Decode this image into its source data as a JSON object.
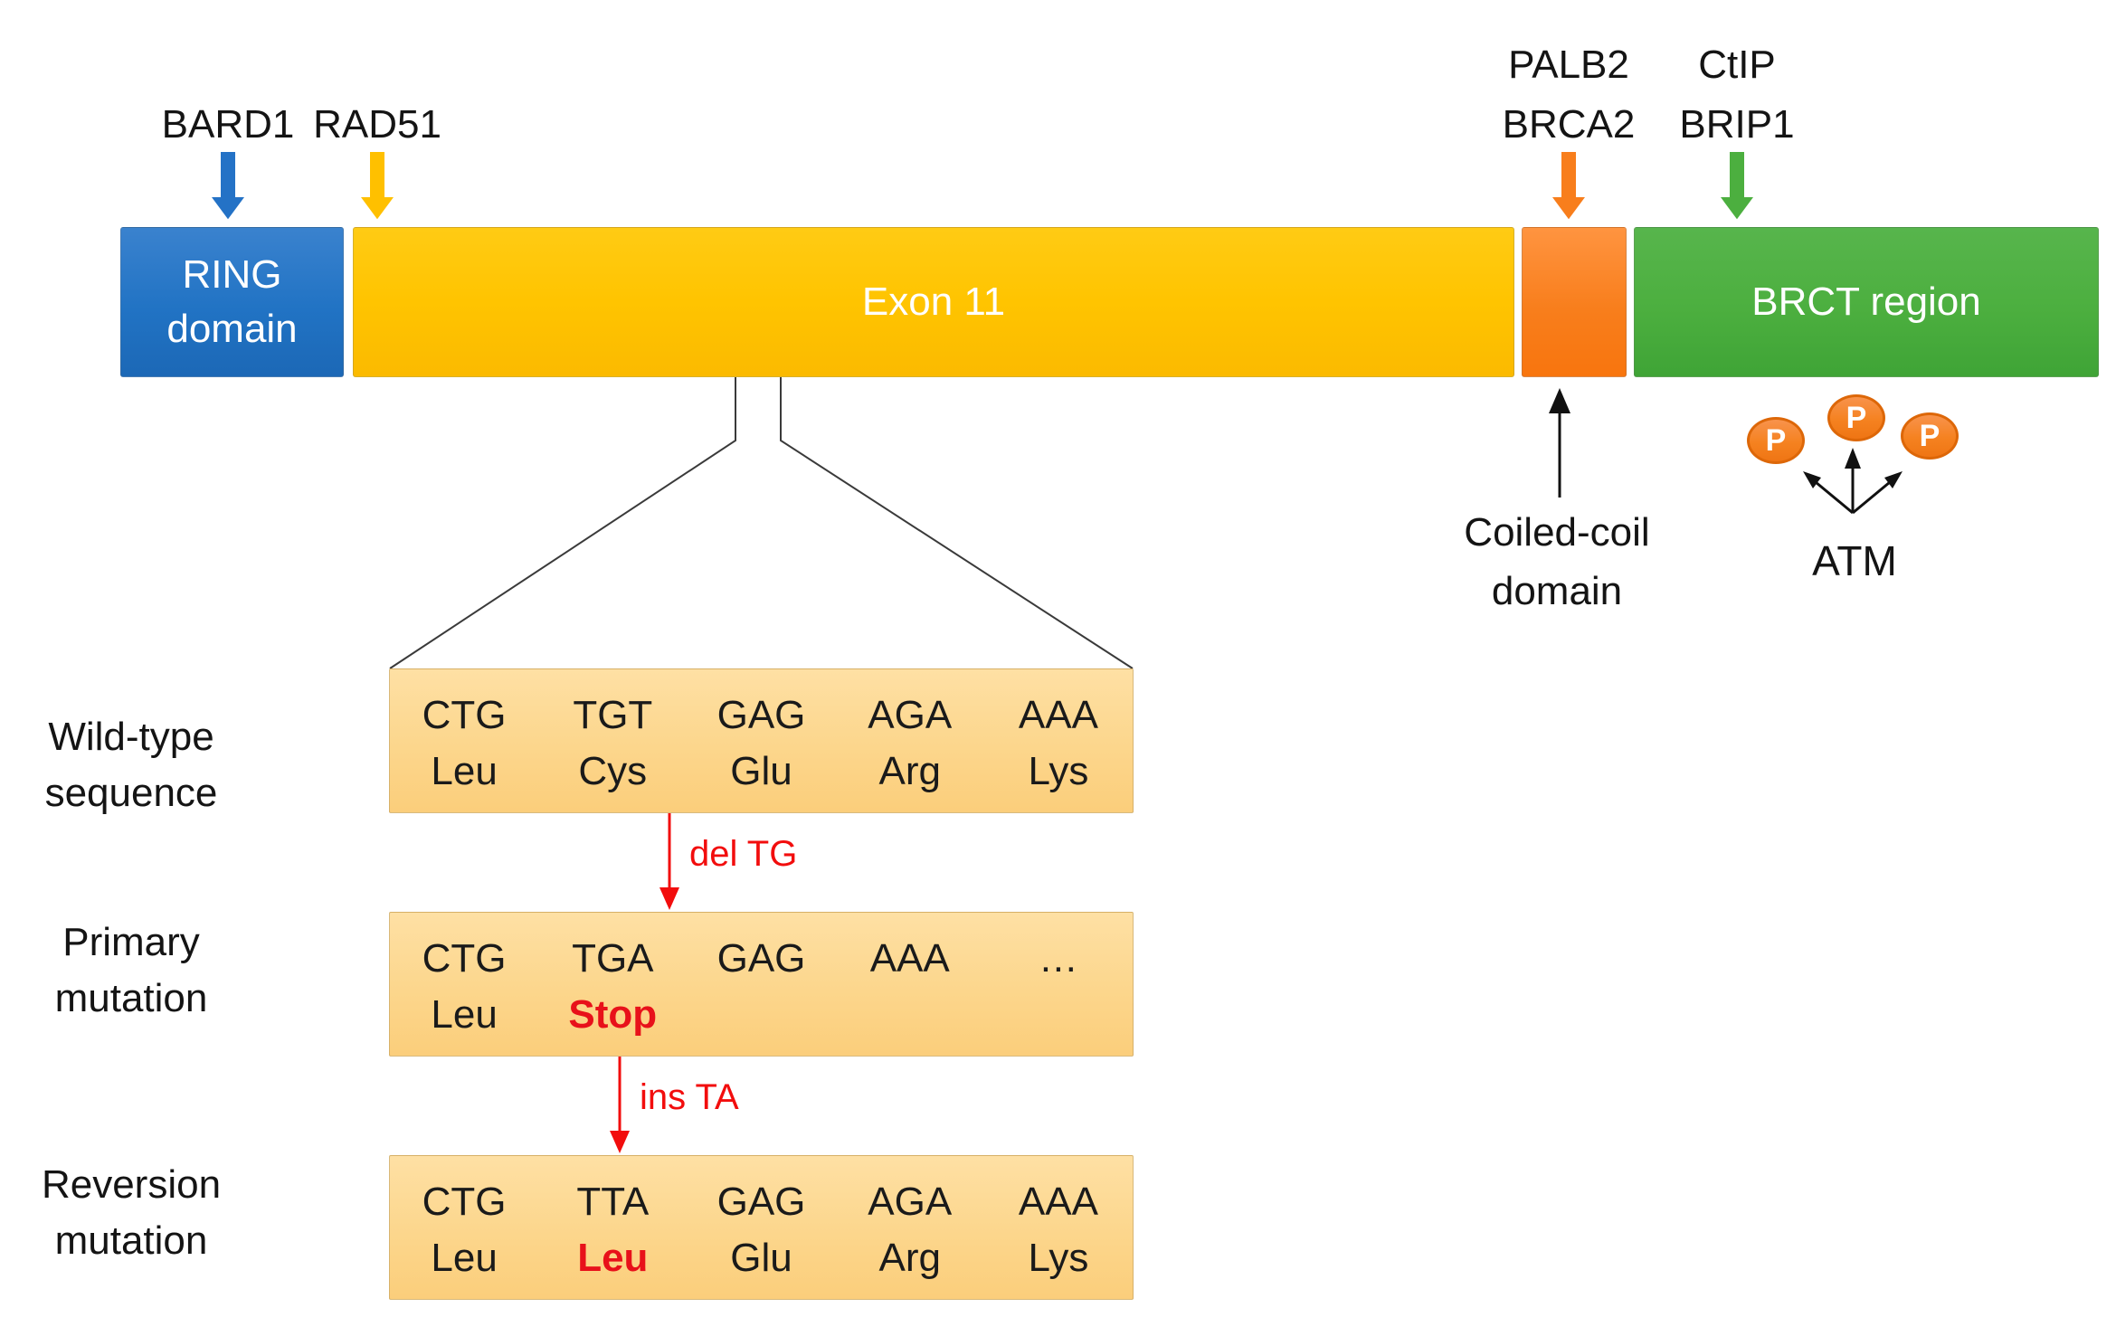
{
  "figure": {
    "description_labels": {
      "atm": "ATM",
      "phospho_badge": "P",
      "phospho_count": 3,
      "coiled_coil_label_lines": [
        "Coiled-coil",
        "domain"
      ]
    },
    "colors": {
      "ring_blue": "#2173C4",
      "exon_gold": "#FFC400",
      "coiled_orange": "#F87E1C",
      "brct_green": "#4CAF3F",
      "sequence_box_light_orange": "#FCD68C",
      "phospho_orange": "#F58220",
      "mutation_red": "#F20D0D",
      "text_black": "#141414",
      "bar_text_white": "#FFFFFF"
    }
  },
  "domain_bar": {
    "segments": [
      {
        "name": "ring-domain",
        "label_lines": [
          "RING",
          "domain"
        ],
        "fill": "#2173C4"
      },
      {
        "name": "exon-11",
        "label": "Exon 11",
        "fill": "#FFC400"
      },
      {
        "name": "coiled-coil",
        "label": "",
        "fill": "#F87E1C"
      },
      {
        "name": "brct-region",
        "label": "BRCT region",
        "fill": "#4CAF3F"
      }
    ]
  },
  "binding_partners": [
    {
      "lines": [
        "BARD1"
      ],
      "arrow_color": "#2472C6",
      "points_to": "RING domain"
    },
    {
      "lines": [
        "RAD51"
      ],
      "arrow_color": "#FFC000",
      "points_to": "Exon 11"
    },
    {
      "lines": [
        "PALB2",
        "BRCA2"
      ],
      "arrow_color": "#F87E1C",
      "points_to": "Coiled-coil domain"
    },
    {
      "lines": [
        "CtIP",
        "BRIP1"
      ],
      "arrow_color": "#4CAF3F",
      "points_to": "BRCT region"
    }
  ],
  "sequence_panel": {
    "rows": [
      {
        "name": "wild-type",
        "label_lines": [
          "Wild-type",
          "sequence"
        ],
        "codons": [
          {
            "dna": "CTG",
            "aa": "Leu"
          },
          {
            "dna": "TGT",
            "aa": "Cys"
          },
          {
            "dna": "GAG",
            "aa": "Glu"
          },
          {
            "dna": "AGA",
            "aa": "Arg"
          },
          {
            "dna": "AAA",
            "aa": "Lys"
          }
        ]
      },
      {
        "name": "primary-mutation",
        "label_lines": [
          "Primary",
          "mutation"
        ],
        "codons": [
          {
            "dna": "CTG",
            "aa": "Leu"
          },
          {
            "dna": "TGA",
            "aa": "Stop",
            "mutant": true
          },
          {
            "dna": "GAG",
            "aa": ""
          },
          {
            "dna": "AAA",
            "aa": ""
          },
          {
            "dna": "…",
            "aa": ""
          }
        ]
      },
      {
        "name": "reversion-mutation",
        "label_lines": [
          "Reversion",
          "mutation"
        ],
        "codons": [
          {
            "dna": "CTG",
            "aa": "Leu"
          },
          {
            "dna": "TTA",
            "aa": "Leu",
            "mutant": true
          },
          {
            "dna": "GAG",
            "aa": "Glu"
          },
          {
            "dna": "AGA",
            "aa": "Arg"
          },
          {
            "dna": "AAA",
            "aa": "Lys"
          }
        ]
      }
    ],
    "mutation_steps": [
      {
        "label": "del TG"
      },
      {
        "label": "ins TA"
      }
    ]
  }
}
